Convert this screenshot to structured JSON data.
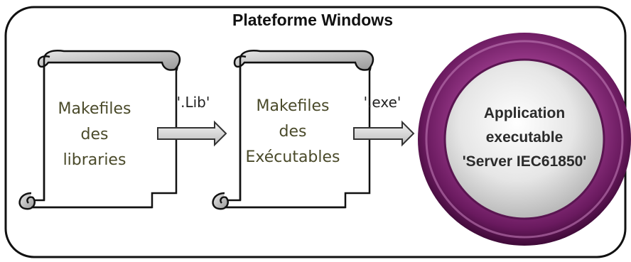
{
  "title": "Plateforme Windows",
  "scroll_libraries": {
    "lines": [
      "Makefiles",
      "des",
      "libraries"
    ]
  },
  "scroll_executables": {
    "lines": [
      "Makefiles",
      "des",
      "Exécutables"
    ]
  },
  "arrow_lib_label": "'.Lib'",
  "arrow_exe_label": "'.exe'",
  "application": {
    "lines": [
      "Application",
      "executable",
      "'Server IEC61850'"
    ]
  },
  "colors": {
    "frame": "#111111",
    "scroll_text": "#4a4a2a",
    "ring_purple": "#7a1f6e",
    "arrow_fill": "#d9d9d9"
  }
}
